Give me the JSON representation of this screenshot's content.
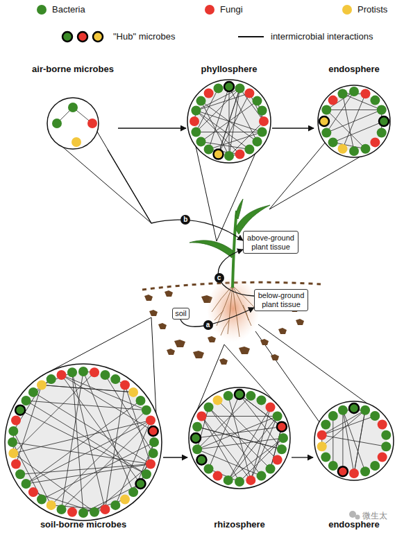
{
  "diagram": {
    "nodes": [
      {
        "text": [
          "air-borne microbes"
        ]
      },
      {
        "text": [
          "phyllosphere"
        ]
      },
      {
        "text": [
          "endosphere"
        ]
      },
      {
        "text": [
          "above-ground plant tissue"
        ]
      },
      {
        "text": [
          "below-ground plant tissue"
        ]
      },
      {
        "text": [
          "soil"
        ]
      },
      {
        "text": [
          "soil-borne microbes"
        ]
      },
      {
        "text": [
          "rhizosphere"
        ]
      },
      {
        "text": [
          "endosphere"
        ]
      }
    ],
    "edges": [
      {
        "from": 0,
        "to": 1,
        "arrow": "to"
      },
      {
        "from": 1,
        "to": 2,
        "arrow": "to"
      },
      {
        "from": 0,
        "to": 3,
        "label": "b",
        "arrow": "to"
      },
      {
        "from": 4,
        "to": 3,
        "label": "c",
        "arrow": "to"
      },
      {
        "from": 5,
        "to": 4,
        "label": "a",
        "arrow": "to"
      },
      {
        "from": 6,
        "to": 7,
        "arrow": "to"
      },
      {
        "from": 7,
        "to": 8,
        "arrow": "to"
      }
    ],
    "labels": [
      "微生太"
    ],
    "legend": [
      {
        "text": "Bacteria",
        "color": "#3a8a27"
      },
      {
        "text": "Fungi",
        "color": "#e8362f"
      },
      {
        "text": "Protists",
        "color": "#f3c73d"
      },
      {
        "text": "\"Hub\" microbes"
      },
      {
        "text": "intermicrobial interactions"
      }
    ]
  }
}
